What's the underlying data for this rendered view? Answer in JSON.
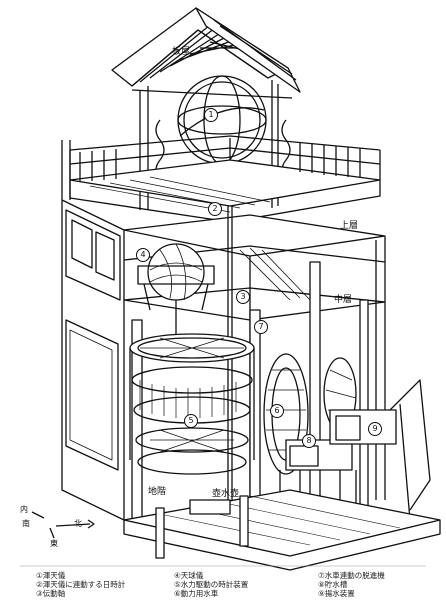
{
  "labels": {
    "roof": "板屋",
    "upper_floor": "上層",
    "middle_floor": "中層",
    "ground_hall": "地階",
    "tank": "壺水壺"
  },
  "compass": {
    "inner": "内",
    "south": "南",
    "north": "北",
    "east": "東"
  },
  "legend": [
    "①渾天儀",
    "②渾天儀に連動する日時計",
    "③伝動軸",
    "④天球儀",
    "⑤水力駆動の時計装置",
    "⑥動力用水車",
    "⑦水車連動の脱進機",
    "⑧貯水槽",
    "⑨揚水装置"
  ],
  "callouts": [
    "1",
    "2",
    "3",
    "4",
    "5",
    "6",
    "7",
    "8",
    "9"
  ]
}
